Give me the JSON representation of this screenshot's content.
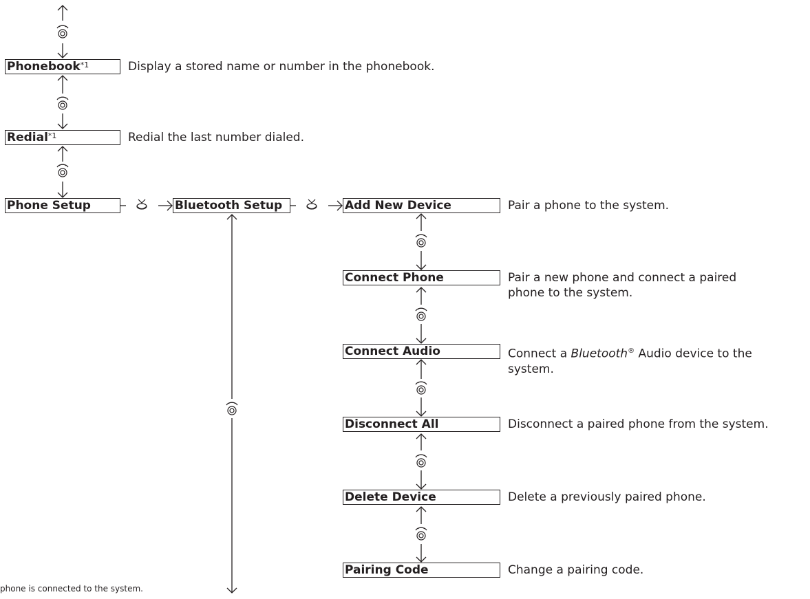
{
  "menu_items": {
    "phonebook": {
      "label": "Phonebook",
      "mark": "*1",
      "description": "Display a stored name or number in the phonebook."
    },
    "redial": {
      "label": "Redial",
      "mark": "*1",
      "description": "Redial the last number dialed."
    },
    "phone_setup": {
      "label": "Phone Setup"
    },
    "bluetooth_setup": {
      "label": "Bluetooth Setup"
    },
    "add_new_device": {
      "label": "Add New Device",
      "description": "Pair a phone to the system."
    },
    "connect_phone": {
      "label": "Connect Phone",
      "description_line1": "Pair a new phone and connect a paired",
      "description_line2": "phone to the system."
    },
    "connect_audio": {
      "label": "Connect Audio",
      "description_prefix": "Connect a ",
      "description_brand": "Bluetooth",
      "description_reg": "®",
      "description_suffix": " Audio device to the",
      "description_line2": "system."
    },
    "disconnect_all": {
      "label": "Disconnect All",
      "description": "Disconnect a paired phone from the system."
    },
    "delete_device": {
      "label": "Delete Device",
      "description": "Delete a previously paired phone."
    },
    "pairing_code": {
      "label": "Pairing Code",
      "description": "Change a pairing code."
    }
  },
  "footnote": "phone is connected to the system.",
  "icons": {
    "rotate": "knob-rotate-icon",
    "press": "knob-press-icon"
  }
}
